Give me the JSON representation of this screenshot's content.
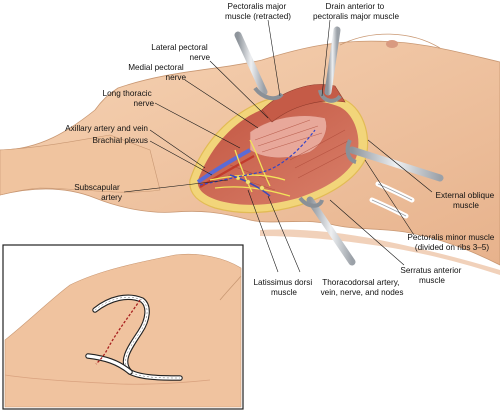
{
  "colors": {
    "skin": "#f3c9a6",
    "skin_dark": "#e3a983",
    "tissue": "#d9785f",
    "muscle": "#c55b47",
    "muscle_light": "#e8a89a",
    "fat": "#f2d57a",
    "vessel": "#5b6bd6",
    "nerve": "#f2e35a",
    "retractor": "#c9cdd2",
    "inset_border": "#222222"
  },
  "labels": {
    "pectoralis_major": [
      "Pectoralis major",
      "muscle (retracted)"
    ],
    "drain": [
      "Drain anterior to",
      "pectoralis major muscle"
    ],
    "lateral_pectoral": [
      "Lateral pectoral",
      "nerve"
    ],
    "medial_pectoral": [
      "Medial pectoral",
      "nerve"
    ],
    "long_thoracic": [
      "Long thoracic",
      "nerve"
    ],
    "axillary": [
      "Axillary artery and vein"
    ],
    "brachial": [
      "Brachial plexus"
    ],
    "subscapular": [
      "Subscapular",
      "artery"
    ],
    "external_oblique": [
      "External oblique",
      "muscle"
    ],
    "pectoralis_minor": [
      "Pectoralis minor muscle",
      "(divided on ribs 3–5)"
    ],
    "serratus": [
      "Serratus anterior",
      "muscle"
    ],
    "latissimus": [
      "Latissimus dorsi",
      "muscle"
    ],
    "thoracodorsal": [
      "Thoracodorsal artery,",
      "vein, nerve, and nodes"
    ]
  },
  "icons": {
    "inset": "incision-outline-inset",
    "retractor": "surgical-retractor-icon",
    "drain": "surgical-drain-tube-icon"
  }
}
